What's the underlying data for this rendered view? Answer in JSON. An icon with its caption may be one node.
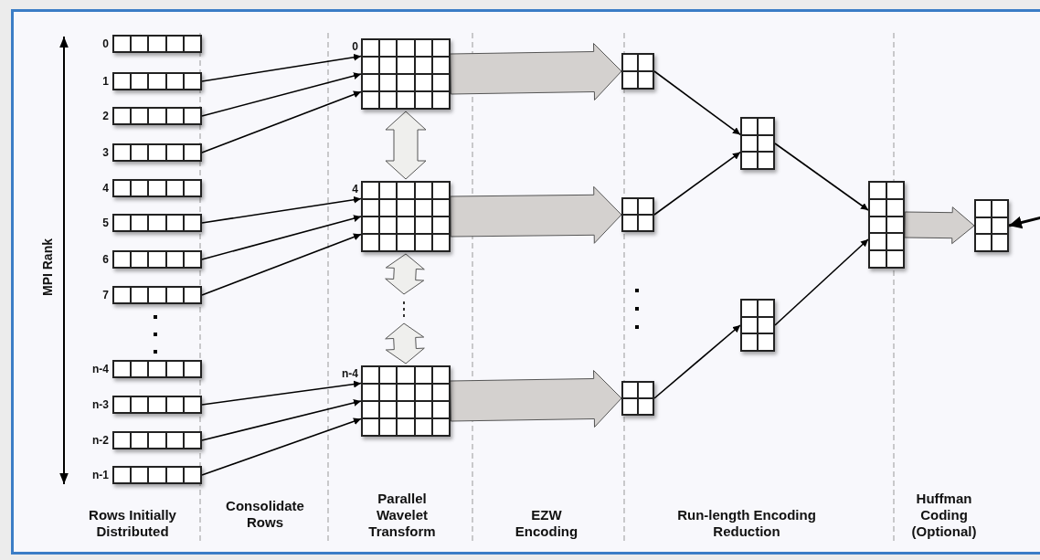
{
  "diagram": {
    "nodes": [
      {
        "text": [],
        "shape": "grid",
        "beside": [
          "0"
        ]
      },
      {
        "text": [],
        "shape": "grid",
        "beside": [
          "1"
        ]
      },
      {
        "text": [],
        "shape": "grid",
        "beside": [
          "2"
        ]
      },
      {
        "text": [],
        "shape": "grid",
        "beside": [
          "3"
        ]
      },
      {
        "text": [],
        "shape": "grid",
        "beside": [
          "4"
        ]
      },
      {
        "text": [],
        "shape": "grid",
        "beside": [
          "5"
        ]
      },
      {
        "text": [],
        "shape": "grid",
        "beside": [
          "6"
        ]
      },
      {
        "text": [],
        "shape": "grid",
        "beside": [
          "7"
        ]
      },
      {
        "text": [],
        "shape": "grid",
        "beside": [
          "n-4"
        ]
      },
      {
        "text": [],
        "shape": "grid",
        "beside": [
          "n-3"
        ]
      },
      {
        "text": [],
        "shape": "grid",
        "beside": [
          "n-2"
        ]
      },
      {
        "text": [],
        "shape": "grid",
        "beside": [
          "n-1"
        ]
      },
      {
        "text": [],
        "shape": "grid",
        "beside": [
          "0"
        ]
      },
      {
        "text": [],
        "shape": "grid",
        "beside": [
          "4"
        ]
      },
      {
        "text": [],
        "shape": "grid",
        "beside": [
          "n-4"
        ]
      },
      {
        "text": [],
        "shape": "grid"
      },
      {
        "text": [],
        "shape": "grid"
      },
      {
        "text": [],
        "shape": "grid"
      },
      {
        "text": [],
        "shape": "grid"
      },
      {
        "text": [],
        "shape": "grid"
      },
      {
        "text": [],
        "shape": "grid"
      },
      {
        "text": [],
        "shape": "grid"
      }
    ],
    "edges": [
      {
        "from": 1,
        "to": 12,
        "arrow": "to"
      },
      {
        "from": 2,
        "to": 12,
        "arrow": "to"
      },
      {
        "from": 3,
        "to": 12,
        "arrow": "to"
      },
      {
        "from": 5,
        "to": 13,
        "arrow": "to"
      },
      {
        "from": 6,
        "to": 13,
        "arrow": "to"
      },
      {
        "from": 7,
        "to": 13,
        "arrow": "to"
      },
      {
        "from": 9,
        "to": 14,
        "arrow": "to"
      },
      {
        "from": 10,
        "to": 14,
        "arrow": "to"
      },
      {
        "from": 11,
        "to": 14,
        "arrow": "to"
      },
      {
        "from": 12,
        "to": 13,
        "arrow": "both",
        "style": "thick",
        "color": "#efefed"
      },
      {
        "from": 13,
        "to": null,
        "arrow": "both",
        "style": "thick",
        "color": "#efefed"
      },
      {
        "from": null,
        "to": 14,
        "arrow": "both",
        "style": "thick",
        "color": "#efefed"
      },
      {
        "from": 12,
        "to": 15,
        "arrow": "to",
        "style": "thick",
        "color": "#d4d1cf"
      },
      {
        "from": 13,
        "to": 16,
        "arrow": "to",
        "style": "thick",
        "color": "#d4d1cf"
      },
      {
        "from": 14,
        "to": 17,
        "arrow": "to",
        "style": "thick",
        "color": "#d4d1cf"
      },
      {
        "from": 15,
        "to": 18,
        "arrow": "to"
      },
      {
        "from": 16,
        "to": 18,
        "arrow": "to"
      },
      {
        "from": 17,
        "to": 19,
        "arrow": "to"
      },
      {
        "from": 18,
        "to": 20,
        "arrow": "to"
      },
      {
        "from": 19,
        "to": 20,
        "arrow": "to"
      },
      {
        "from": 20,
        "to": 21,
        "arrow": "to",
        "style": "thick",
        "color": "#d4d1cf"
      },
      {
        "from": null,
        "to": 21,
        "arrow": "to"
      }
    ],
    "labels": [
      "MPI Rank",
      "Rows Initially Distributed",
      "Consolidate Rows",
      "Parallel Wavelet Transform",
      "EZW Encoding",
      "Run-length Encoding Reduction",
      "Huffman Coding (Optional)"
    ]
  }
}
